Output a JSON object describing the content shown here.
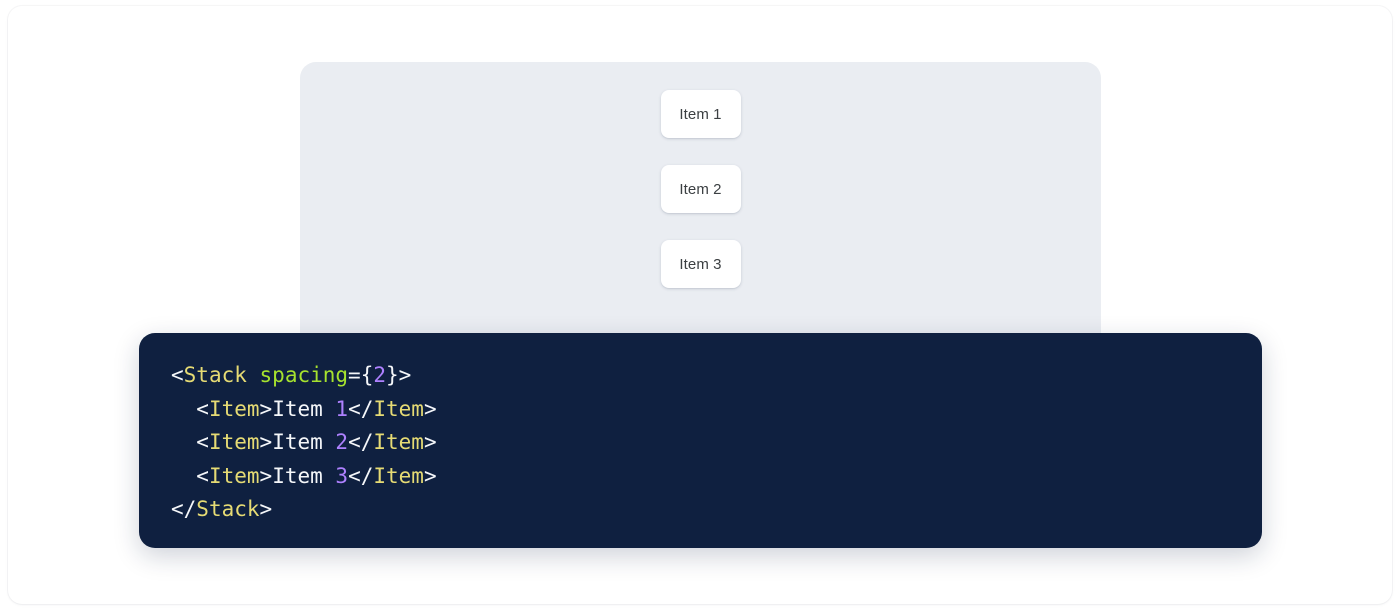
{
  "colors": {
    "page_background": "#ffffff",
    "frame_background": "#ffffff",
    "preview_panel_background": "#eaedf2",
    "item_card_background": "#ffffff",
    "item_card_text": "#3c4043",
    "code_background": "#0f2040",
    "code_default_text": "#f5f7fa",
    "code_tag": "#e6db74",
    "code_attribute": "#a6e22e",
    "code_number": "#ae81ff"
  },
  "preview": {
    "component_name": "Stack",
    "items": [
      {
        "label": "Item 1"
      },
      {
        "label": "Item 2"
      },
      {
        "label": "Item 3"
      }
    ]
  },
  "code": {
    "language": "jsx",
    "lines": [
      {
        "indent": "",
        "tokens": [
          {
            "type": "punct",
            "text": "<"
          },
          {
            "type": "tag",
            "text": "Stack"
          },
          {
            "type": "text",
            "text": " "
          },
          {
            "type": "attr",
            "text": "spacing"
          },
          {
            "type": "punct",
            "text": "={"
          },
          {
            "type": "num",
            "text": "2"
          },
          {
            "type": "punct",
            "text": "}>"
          }
        ]
      },
      {
        "indent": "  ",
        "tokens": [
          {
            "type": "punct",
            "text": "<"
          },
          {
            "type": "tag",
            "text": "Item"
          },
          {
            "type": "punct",
            "text": ">"
          },
          {
            "type": "text",
            "text": "Item "
          },
          {
            "type": "num",
            "text": "1"
          },
          {
            "type": "punct",
            "text": "</"
          },
          {
            "type": "tag",
            "text": "Item"
          },
          {
            "type": "punct",
            "text": ">"
          }
        ]
      },
      {
        "indent": "  ",
        "tokens": [
          {
            "type": "punct",
            "text": "<"
          },
          {
            "type": "tag",
            "text": "Item"
          },
          {
            "type": "punct",
            "text": ">"
          },
          {
            "type": "text",
            "text": "Item "
          },
          {
            "type": "num",
            "text": "2"
          },
          {
            "type": "punct",
            "text": "</"
          },
          {
            "type": "tag",
            "text": "Item"
          },
          {
            "type": "punct",
            "text": ">"
          }
        ]
      },
      {
        "indent": "  ",
        "tokens": [
          {
            "type": "punct",
            "text": "<"
          },
          {
            "type": "tag",
            "text": "Item"
          },
          {
            "type": "punct",
            "text": ">"
          },
          {
            "type": "text",
            "text": "Item "
          },
          {
            "type": "num",
            "text": "3"
          },
          {
            "type": "punct",
            "text": "</"
          },
          {
            "type": "tag",
            "text": "Item"
          },
          {
            "type": "punct",
            "text": ">"
          }
        ]
      },
      {
        "indent": "",
        "tokens": [
          {
            "type": "punct",
            "text": "</"
          },
          {
            "type": "tag",
            "text": "Stack"
          },
          {
            "type": "punct",
            "text": ">"
          }
        ]
      }
    ]
  }
}
